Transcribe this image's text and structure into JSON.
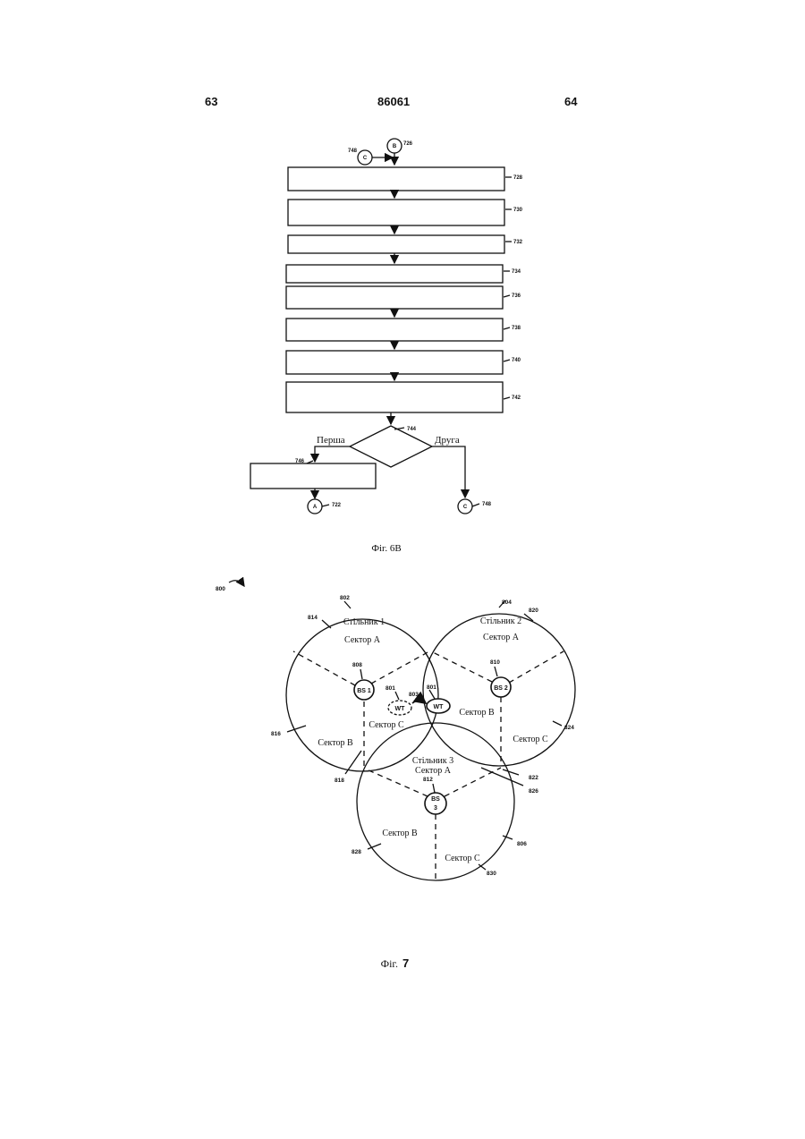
{
  "header": {
    "left_page": "63",
    "center_number": "86061",
    "right_page": "64"
  },
  "fig6b": {
    "caption": "Фіг. 6B",
    "connector_b": "B",
    "ref_b": "726",
    "connector_c_top": "C",
    "ref_c_top": "748",
    "step_refs": [
      "728",
      "730",
      "732",
      "734",
      "736",
      "738",
      "740",
      "742"
    ],
    "decision_ref": "744",
    "branch_left": "Перша",
    "branch_right": "Друга",
    "box_ref": "746",
    "connector_a": "A",
    "ref_a": "722",
    "connector_c_bottom": "C",
    "ref_c_bottom": "748"
  },
  "fig7": {
    "caption_prefix": "Фіг.",
    "caption_number": "7",
    "ref_system": "800",
    "cells": [
      {
        "ref": "802",
        "name": "Стільник 1"
      },
      {
        "ref": "804",
        "name": "Стільник 2"
      },
      {
        "ref": "806",
        "name": "Стільник 3"
      }
    ],
    "base_stations": [
      {
        "label": "BS 1",
        "ref": "808"
      },
      {
        "label": "BS 2",
        "ref": "810"
      },
      {
        "label_top": "BS",
        "label_bottom": "3",
        "ref": "812"
      }
    ],
    "sectors": {
      "cell1_a": "Сектор A",
      "cell1_b": "Сектор B",
      "cell1_c": "Сектор C",
      "cell2_a": "Сектор A",
      "cell2_b": "Сектор B",
      "cell2_c": "Сектор C",
      "cell3_a": "Сектор A",
      "cell3_b": "Сектор B",
      "cell3_c": "Сектор C"
    },
    "terminal": {
      "label_old": "WT",
      "label_new": "WT",
      "ref_old": "801",
      "ref_new": "801",
      "ref_move": "803"
    },
    "refs": {
      "r814": "814",
      "r816": "816",
      "r818": "818",
      "r820": "820",
      "r822": "822",
      "r824": "824",
      "r826": "826",
      "r828": "828",
      "r830": "830"
    }
  }
}
